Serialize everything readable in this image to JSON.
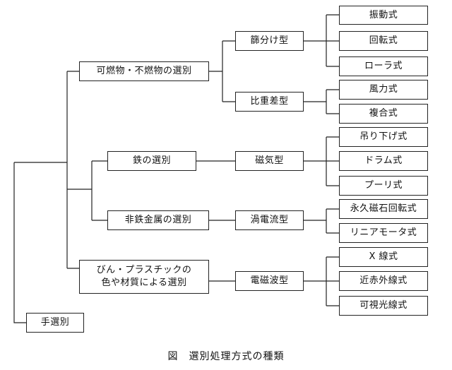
{
  "diagram": {
    "root": {
      "label": "手選別"
    },
    "level1": {
      "combustible": "可燃物・不燃物の選別",
      "iron": "鉄の選別",
      "nonferrous": "非鉄金属の選別",
      "bottle_line1": "びん・プラスチックの",
      "bottle_line2": "色や材質による選別"
    },
    "level2": {
      "sieve": "篩分け型",
      "gravity": "比重差型",
      "magnetic": "磁気型",
      "eddy": "渦電流型",
      "electromagnetic": "電磁波型"
    },
    "level3": {
      "vibration": "振動式",
      "rotary": "回転式",
      "roller": "ローラ式",
      "wind": "風力式",
      "compound": "複合式",
      "suspended": "吊り下げ式",
      "drum": "ドラム式",
      "pulley": "プーリ式",
      "permanent_magnet": "永久磁石回転式",
      "linear_motor": "リニアモータ式",
      "xray": "X 線式",
      "near_infrared": "近赤外線式",
      "visible_light": "可視光線式"
    }
  },
  "caption": "図　選別処理方式の種類"
}
